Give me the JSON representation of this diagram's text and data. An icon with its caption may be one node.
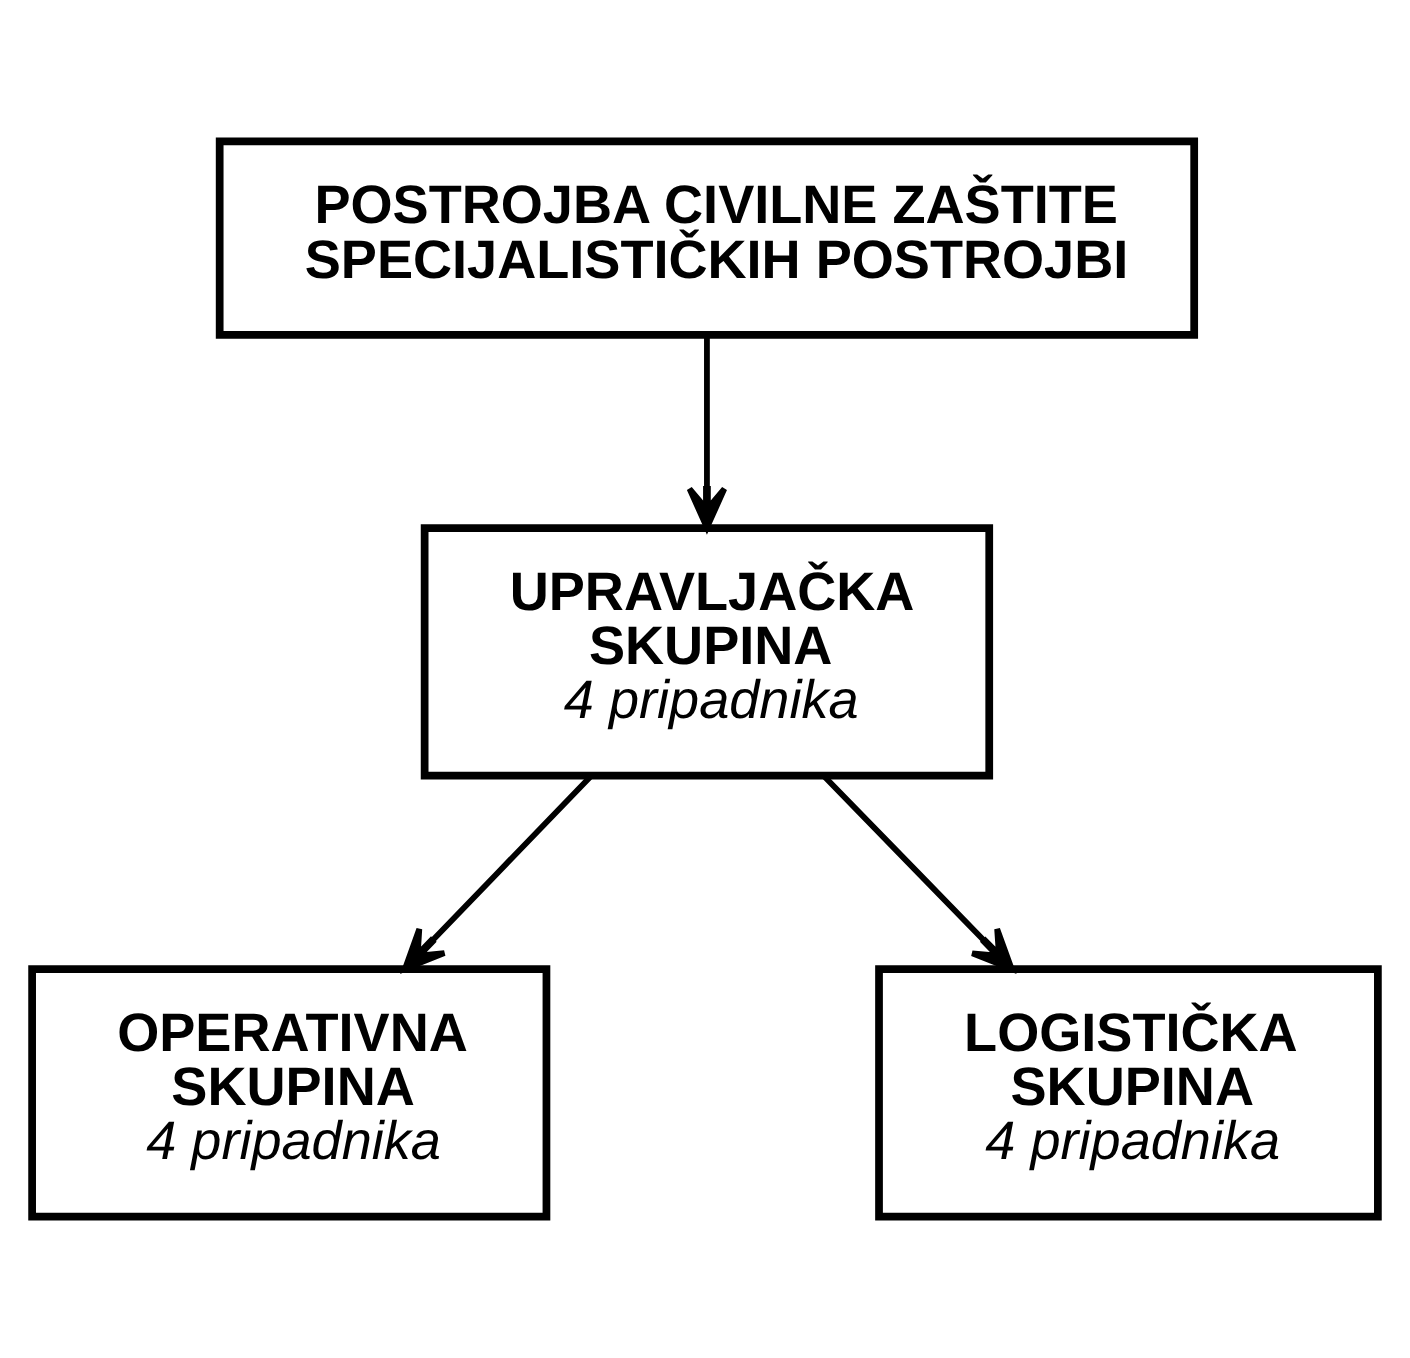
{
  "diagram": {
    "nodes": [
      {
        "text": [
          "POSTROJBA CIVILNE ZAŠTITE SPECIJALISTIČKIH POSTROJBI"
        ]
      },
      {
        "text": [
          "UPRAVLJAČKA SKUPINA",
          "4 pripadnika"
        ]
      },
      {
        "text": [
          "OPERATIVNA SKUPINA",
          "4 pripadnika"
        ]
      },
      {
        "text": [
          "LOGISTIČKA SKUPINA",
          "4 pripadnika"
        ]
      }
    ],
    "edges": [
      {
        "from": 0,
        "to": 1,
        "arrow": "to"
      },
      {
        "from": 1,
        "to": 2,
        "arrow": "to"
      },
      {
        "from": 1,
        "to": 3,
        "arrow": "to"
      }
    ]
  }
}
